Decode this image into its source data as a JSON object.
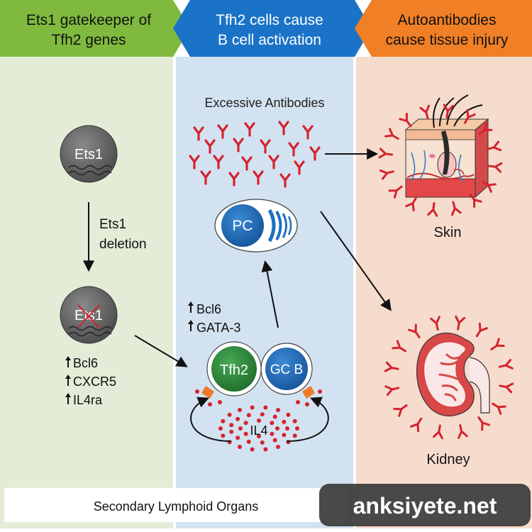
{
  "headers": {
    "col1": {
      "line1": "Ets1 gatekeeper of",
      "line2": "Tfh2 genes"
    },
    "col2": {
      "line1": "Tfh2 cells cause",
      "line2": "B cell activation"
    },
    "col3": {
      "line1": "Autoantibodies",
      "line2": "cause tissue injury"
    }
  },
  "panel1": {
    "ets1_cell": "Ets1",
    "ets1_deleted_cell": "Ets1",
    "deletion_label": {
      "line1": "Ets1",
      "line2": "deletion"
    },
    "upregulated_genes": [
      "Bcl6",
      "CXCR5",
      "IL4ra"
    ]
  },
  "panel2": {
    "antibodies_title": "Excessive Antibodies",
    "pc_label": "PC",
    "tfh2_genes": [
      "Bcl6",
      "GATA-3"
    ],
    "tfh2_label": "Tfh2",
    "gcb_label": "GC B",
    "il4_label": "IL4"
  },
  "panel3": {
    "skin_label": "Skin",
    "kidney_label": "Kidney"
  },
  "footer": {
    "organs_label": "Secondary Lymphoid Organs",
    "watermark": "anksiyete.net"
  },
  "colors": {
    "green_header": "#7fba3e",
    "blue_header": "#1a73c7",
    "orange_header": "#f07f25",
    "green_panel": "#e3ecd7",
    "blue_panel": "#d3e2f1",
    "orange_panel": "#f6dccd",
    "antibody_red": "#d5232f",
    "tfh2_green": "#2e8b3a",
    "gcb_blue": "#1f6fc0"
  },
  "icons": [
    "up-arrow-icon",
    "antibody-icon",
    "skin-tissue-icon",
    "kidney-icon",
    "cytokine-receptor-icon"
  ]
}
